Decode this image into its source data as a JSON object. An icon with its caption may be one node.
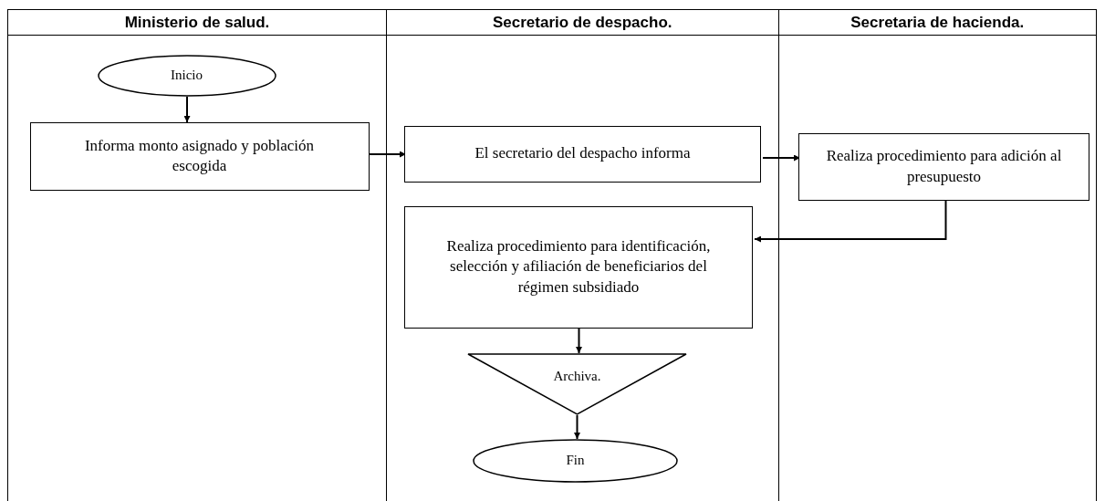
{
  "diagram": {
    "nodes": [
      {
        "text": [
          "Ministerio de salud."
        ]
      },
      {
        "text": [
          "Secretario de despacho."
        ]
      },
      {
        "text": [
          "Secretaria de hacienda."
        ]
      },
      {
        "text": [
          "Inicio"
        ],
        "in": 0
      },
      {
        "text": [
          "Informa monto asignado y población escogida"
        ],
        "in": 0
      },
      {
        "text": [
          "El secretario del despacho informa"
        ],
        "in": 1
      },
      {
        "text": [
          "Realiza procedimiento para adición al presupuesto"
        ],
        "in": 2
      },
      {
        "text": [
          "Realiza procedimiento para identificación, selección y afiliación de beneficiarios del régimen subsidiado"
        ],
        "in": 1
      },
      {
        "text": [
          "Archiva."
        ],
        "in": 1
      },
      {
        "text": [
          "Fin"
        ],
        "in": 1
      }
    ],
    "edges": [
      {
        "from": 3,
        "to": 4,
        "arrow": "to"
      },
      {
        "from": 4,
        "to": 5,
        "arrow": "to"
      },
      {
        "from": 5,
        "to": 6,
        "arrow": "to"
      },
      {
        "from": 6,
        "to": 7,
        "arrow": "to"
      },
      {
        "from": 7,
        "to": 8,
        "arrow": "to"
      },
      {
        "from": 8,
        "to": 9,
        "arrow": "to"
      }
    ]
  }
}
